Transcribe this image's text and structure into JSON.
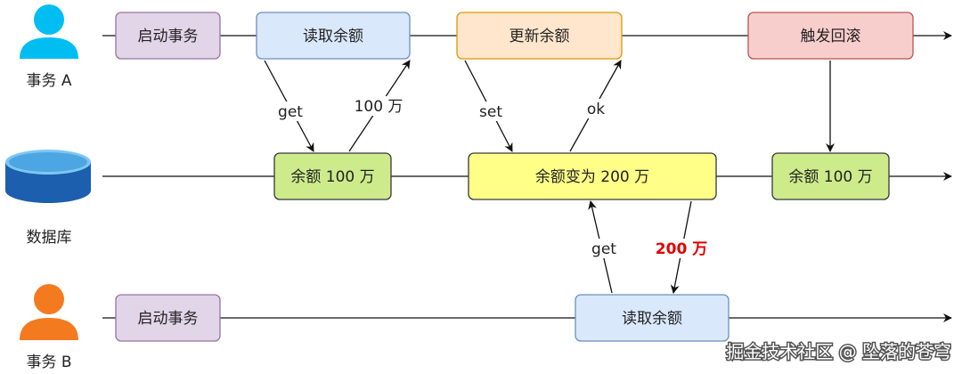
{
  "actors": {
    "tx_a": "事务 A",
    "db": "数据库",
    "tx_b": "事务 B"
  },
  "tx_a_steps": {
    "start": "启动事务",
    "read": "读取余额",
    "update": "更新余额",
    "rollback": "触发回滚"
  },
  "db_states": {
    "initial": "余额 100 万",
    "changed": "余额变为 200 万",
    "restored": "余额 100 万"
  },
  "tx_b_steps": {
    "start": "启动事务",
    "read": "读取余额"
  },
  "edge_labels": {
    "get_a": "get",
    "ret_a": "100 万",
    "set_a": "set",
    "ok_a": "ok",
    "get_b": "get",
    "ret_b": "200 万"
  },
  "watermark": "掘金技术社区 @ 坠落的苍穹",
  "colors": {
    "purple_fill": "#e1d5e7",
    "purple_stroke": "#9673a6",
    "blue_fill": "#dae8fc",
    "blue_stroke": "#6c8ebf",
    "orange_fill": "#ffe6cc",
    "orange_stroke": "#d79b00",
    "red_fill": "#f8cecc",
    "red_stroke": "#b85450",
    "green_fill": "#cdeb8b",
    "green_stroke": "#36393d",
    "yellow_fill": "#ffff88",
    "yellow_stroke": "#36393d",
    "emphasis": "#e00000"
  }
}
